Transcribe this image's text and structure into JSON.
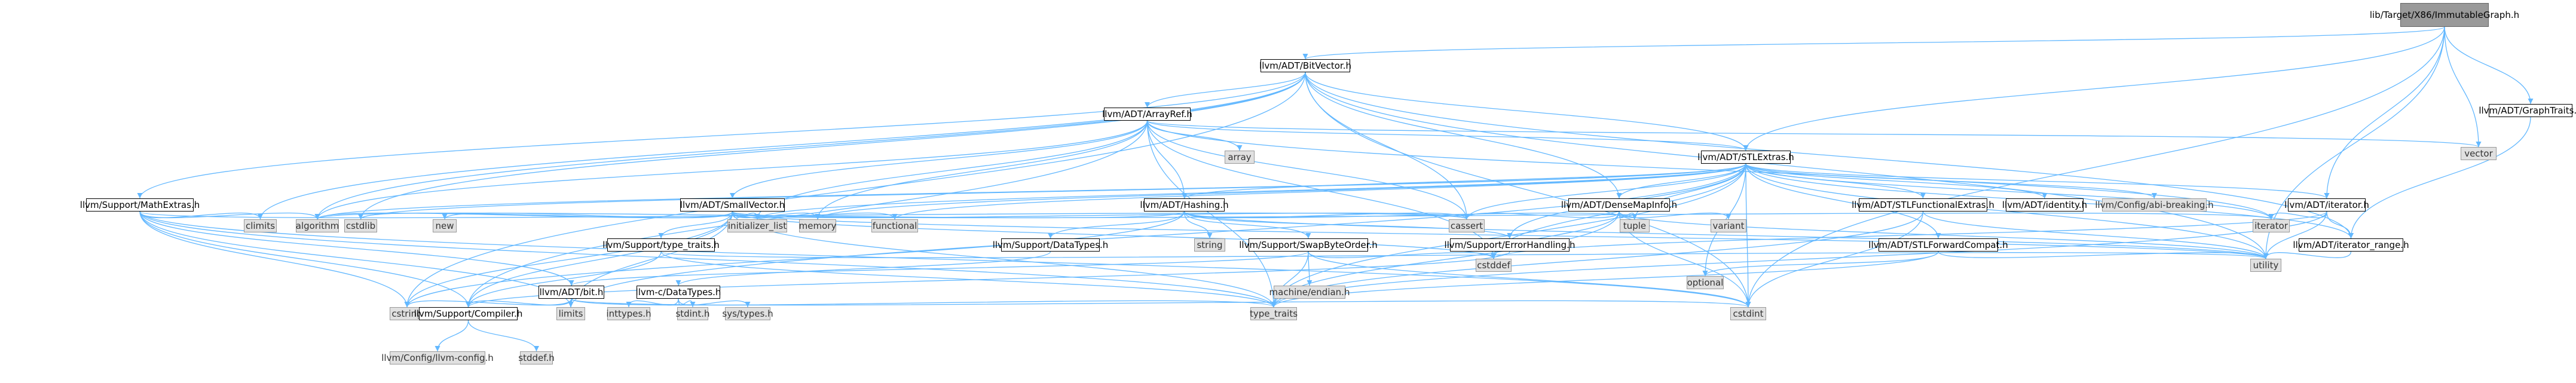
{
  "graph": {
    "root": {
      "id": "root",
      "lines": [
        "lib/Target/X86/ImmutableGraph.h"
      ]
    },
    "nodes": [
      {
        "id": "bitvector",
        "label": "llvm/ADT/BitVector.h",
        "kind": "hdr"
      },
      {
        "id": "graphtraits",
        "label": "llvm/ADT/GraphTraits.h",
        "kind": "hdr"
      },
      {
        "id": "arrayref",
        "label": "llvm/ADT/ArrayRef.h",
        "kind": "hdr"
      },
      {
        "id": "vector",
        "label": "vector",
        "kind": "std"
      },
      {
        "id": "array",
        "label": "array",
        "kind": "std"
      },
      {
        "id": "stlextras",
        "label": "llvm/ADT/STLExtras.h",
        "kind": "hdr"
      },
      {
        "id": "mathextras",
        "label": "llvm/Support/MathExtras.h",
        "kind": "hdr"
      },
      {
        "id": "smallvector",
        "label": "llvm/ADT/SmallVector.h",
        "kind": "hdr"
      },
      {
        "id": "hashing",
        "label": "llvm/ADT/Hashing.h",
        "kind": "hdr"
      },
      {
        "id": "densemapinfo",
        "label": "llvm/ADT/DenseMapInfo.h",
        "kind": "hdr"
      },
      {
        "id": "stlfunc",
        "label": "llvm/ADT/STLFunctionalExtras.h",
        "kind": "hdr"
      },
      {
        "id": "identity",
        "label": "llvm/ADT/identity.h",
        "kind": "hdr"
      },
      {
        "id": "abibreaking",
        "label": "llvm/Config/abi-breaking.h",
        "kind": "std"
      },
      {
        "id": "iteratorh",
        "label": "llvm/ADT/iterator.h",
        "kind": "hdr"
      },
      {
        "id": "climits",
        "label": "climits",
        "kind": "std"
      },
      {
        "id": "algorithm",
        "label": "algorithm",
        "kind": "std"
      },
      {
        "id": "cstdlib",
        "label": "cstdlib",
        "kind": "std"
      },
      {
        "id": "new",
        "label": "new",
        "kind": "std"
      },
      {
        "id": "typetraits_h",
        "label": "llvm/Support/type_traits.h",
        "kind": "hdr"
      },
      {
        "id": "initlist",
        "label": "initializer_list",
        "kind": "std"
      },
      {
        "id": "memory",
        "label": "memory",
        "kind": "std"
      },
      {
        "id": "functional",
        "label": "functional",
        "kind": "std"
      },
      {
        "id": "datatypes_h",
        "label": "llvm/Support/DataTypes.h",
        "kind": "hdr"
      },
      {
        "id": "string",
        "label": "string",
        "kind": "std"
      },
      {
        "id": "swapbyte",
        "label": "llvm/Support/SwapByteOrder.h",
        "kind": "hdr"
      },
      {
        "id": "cassert",
        "label": "cassert",
        "kind": "std"
      },
      {
        "id": "tuple",
        "label": "tuple",
        "kind": "std"
      },
      {
        "id": "errorhandling",
        "label": "llvm/Support/ErrorHandling.h",
        "kind": "hdr"
      },
      {
        "id": "variant",
        "label": "variant",
        "kind": "std"
      },
      {
        "id": "stlforward",
        "label": "llvm/ADT/STLForwardCompat.h",
        "kind": "hdr"
      },
      {
        "id": "iterator",
        "label": "iterator",
        "kind": "std"
      },
      {
        "id": "iterrange",
        "label": "llvm/ADT/iterator_range.h",
        "kind": "hdr"
      },
      {
        "id": "bit",
        "label": "llvm/ADT/bit.h",
        "kind": "hdr"
      },
      {
        "id": "cdatatypes",
        "label": "llvm-c/DataTypes.h",
        "kind": "hdr"
      },
      {
        "id": "machineendian",
        "label": "machine/endian.h",
        "kind": "std"
      },
      {
        "id": "cstddef",
        "label": "cstddef",
        "kind": "std"
      },
      {
        "id": "optional",
        "label": "optional",
        "kind": "std"
      },
      {
        "id": "utility",
        "label": "utility",
        "kind": "std"
      },
      {
        "id": "cstring",
        "label": "cstring",
        "kind": "std"
      },
      {
        "id": "compiler",
        "label": "llvm/Support/Compiler.h",
        "kind": "hdr"
      },
      {
        "id": "limits",
        "label": "limits",
        "kind": "std"
      },
      {
        "id": "inttypes",
        "label": "inttypes.h",
        "kind": "std"
      },
      {
        "id": "stdint",
        "label": "stdint.h",
        "kind": "std"
      },
      {
        "id": "systypes",
        "label": "sys/types.h",
        "kind": "std"
      },
      {
        "id": "typetraits",
        "label": "type_traits",
        "kind": "std"
      },
      {
        "id": "cstdint",
        "label": "cstdint",
        "kind": "std"
      },
      {
        "id": "llvmconfig",
        "label": "llvm/Config/llvm-config.h",
        "kind": "std"
      },
      {
        "id": "stddef",
        "label": "stddef.h",
        "kind": "std"
      }
    ],
    "edges": [
      [
        "root",
        "bitvector"
      ],
      [
        "root",
        "graphtraits"
      ],
      [
        "root",
        "stlextras"
      ],
      [
        "root",
        "vector"
      ],
      [
        "root",
        "iteratorh"
      ],
      [
        "root",
        "utility"
      ],
      [
        "root",
        "cstdint"
      ],
      [
        "bitvector",
        "arrayref"
      ],
      [
        "bitvector",
        "stlextras"
      ],
      [
        "bitvector",
        "mathextras"
      ],
      [
        "bitvector",
        "iterrange"
      ],
      [
        "bitvector",
        "algorithm"
      ],
      [
        "bitvector",
        "cassert"
      ],
      [
        "bitvector",
        "climits"
      ],
      [
        "bitvector",
        "cstdint"
      ],
      [
        "bitvector",
        "cstdlib"
      ],
      [
        "bitvector",
        "cstring"
      ],
      [
        "bitvector",
        "utility"
      ],
      [
        "bitvector",
        "densemapinfo"
      ],
      [
        "graphtraits",
        "iterrange"
      ],
      [
        "arrayref",
        "hashing"
      ],
      [
        "arrayref",
        "smallvector"
      ],
      [
        "arrayref",
        "stlextras"
      ],
      [
        "arrayref",
        "compiler"
      ],
      [
        "arrayref",
        "algorithm"
      ],
      [
        "arrayref",
        "array"
      ],
      [
        "arrayref",
        "cassert"
      ],
      [
        "arrayref",
        "cstddef"
      ],
      [
        "arrayref",
        "initlist"
      ],
      [
        "arrayref",
        "iterator"
      ],
      [
        "arrayref",
        "memory"
      ],
      [
        "arrayref",
        "typetraits"
      ],
      [
        "arrayref",
        "vector"
      ],
      [
        "stlextras",
        "densemapinfo"
      ],
      [
        "stlextras",
        "hashing"
      ],
      [
        "stlextras",
        "stlfunc"
      ],
      [
        "stlextras",
        "stlforward"
      ],
      [
        "stlextras",
        "identity"
      ],
      [
        "stlextras",
        "iteratorh"
      ],
      [
        "stlextras",
        "iterrange"
      ],
      [
        "stlextras",
        "abibreaking"
      ],
      [
        "stlextras",
        "errorhandling"
      ],
      [
        "stlextras",
        "algorithm"
      ],
      [
        "stlextras",
        "cassert"
      ],
      [
        "stlextras",
        "cstddef"
      ],
      [
        "stlextras",
        "cstdint"
      ],
      [
        "stlextras",
        "cstdlib"
      ],
      [
        "stlextras",
        "functional"
      ],
      [
        "stlextras",
        "initlist"
      ],
      [
        "stlextras",
        "iterator"
      ],
      [
        "stlextras",
        "limits"
      ],
      [
        "stlextras",
        "memory"
      ],
      [
        "stlextras",
        "optional"
      ],
      [
        "stlextras",
        "tuple"
      ],
      [
        "stlextras",
        "typetraits"
      ],
      [
        "stlextras",
        "utility"
      ],
      [
        "mathextras",
        "bit"
      ],
      [
        "mathextras",
        "compiler"
      ],
      [
        "mathextras",
        "algorithm"
      ],
      [
        "mathextras",
        "cassert"
      ],
      [
        "mathextras",
        "climits"
      ],
      [
        "mathextras",
        "cstdint"
      ],
      [
        "mathextras",
        "cstring"
      ],
      [
        "mathextras",
        "limits"
      ],
      [
        "mathextras",
        "typetraits"
      ],
      [
        "smallvector",
        "compiler"
      ],
      [
        "smallvector",
        "typetraits_h"
      ],
      [
        "smallvector",
        "algorithm"
      ],
      [
        "smallvector",
        "cassert"
      ],
      [
        "smallvector",
        "cstddef"
      ],
      [
        "smallvector",
        "cstdlib"
      ],
      [
        "smallvector",
        "cstring"
      ],
      [
        "smallvector",
        "functional"
      ],
      [
        "smallvector",
        "initlist"
      ],
      [
        "smallvector",
        "iterator"
      ],
      [
        "smallvector",
        "limits"
      ],
      [
        "smallvector",
        "memory"
      ],
      [
        "smallvector",
        "new"
      ],
      [
        "smallvector",
        "typetraits"
      ],
      [
        "smallvector",
        "utility"
      ],
      [
        "hashing",
        "errorhandling"
      ],
      [
        "hashing",
        "datatypes_h"
      ],
      [
        "hashing",
        "swapbyte"
      ],
      [
        "hashing",
        "type_traits_h_ref"
      ],
      [
        "hashing",
        "algorithm"
      ],
      [
        "hashing",
        "cassert"
      ],
      [
        "hashing",
        "cstring"
      ],
      [
        "hashing",
        "string"
      ],
      [
        "hashing",
        "tuple"
      ],
      [
        "hashing",
        "utility"
      ],
      [
        "densemapinfo",
        "cassert"
      ],
      [
        "densemapinfo",
        "cstddef"
      ],
      [
        "densemapinfo",
        "cstdint"
      ],
      [
        "densemapinfo",
        "tuple"
      ],
      [
        "densemapinfo",
        "typetraits"
      ],
      [
        "densemapinfo",
        "utility"
      ],
      [
        "densemapinfo",
        "variant"
      ],
      [
        "stlfunc",
        "stlextras_ref"
      ],
      [
        "stlfunc",
        "cstdint"
      ],
      [
        "stlfunc",
        "typetraits"
      ],
      [
        "stlfunc",
        "utility"
      ],
      [
        "stlforward",
        "optional"
      ],
      [
        "stlforward",
        "typetraits"
      ],
      [
        "stlforward",
        "utility"
      ],
      [
        "iteratorh",
        "iterrange"
      ],
      [
        "iteratorh",
        "cstddef"
      ],
      [
        "iteratorh",
        "iterator"
      ],
      [
        "iteratorh",
        "typetraits"
      ],
      [
        "iteratorh",
        "utility"
      ],
      [
        "iterrange",
        "utility"
      ],
      [
        "typetraits_h",
        "compiler"
      ],
      [
        "typetraits_h",
        "typetraits"
      ],
      [
        "typetraits_h",
        "utility"
      ],
      [
        "datatypes_h",
        "cdatatypes"
      ],
      [
        "swapbyte",
        "bit"
      ],
      [
        "swapbyte",
        "cstddef"
      ],
      [
        "swapbyte",
        "cstdint"
      ],
      [
        "swapbyte",
        "typetraits"
      ],
      [
        "swapbyte",
        "machineendian"
      ],
      [
        "errorhandling",
        "compiler"
      ],
      [
        "bit",
        "compiler"
      ],
      [
        "bit",
        "cstdint"
      ],
      [
        "bit",
        "limits"
      ],
      [
        "bit",
        "typetraits"
      ],
      [
        "bit",
        "cstring"
      ],
      [
        "cdatatypes",
        "inttypes"
      ],
      [
        "cdatatypes",
        "stdint"
      ],
      [
        "cdatatypes",
        "systypes"
      ],
      [
        "compiler",
        "llvmconfig"
      ],
      [
        "compiler",
        "stddef"
      ]
    ]
  }
}
